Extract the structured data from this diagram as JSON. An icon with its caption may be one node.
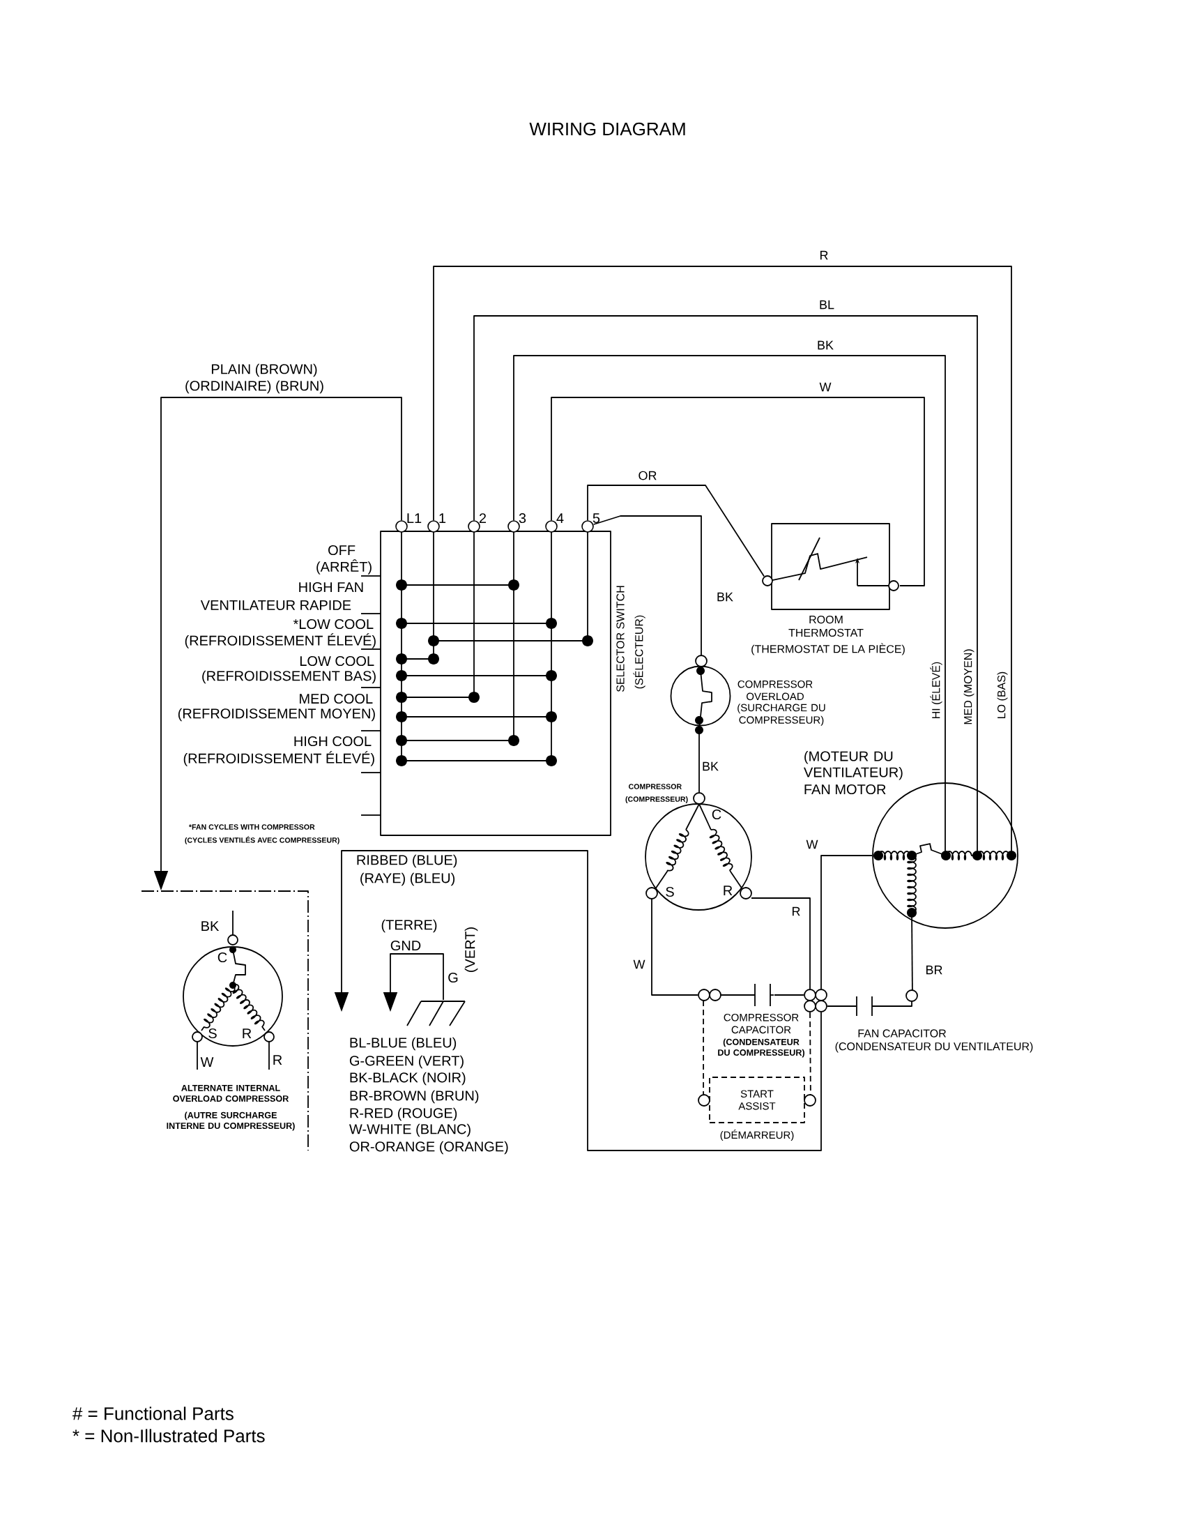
{
  "diagram": {
    "title": "WIRING DIAGRAM",
    "nodes": [
      {
        "text": [
          "SELECTOR SWITCH",
          "(SÉLECTEUR)"
        ],
        "beside": [
          "OFF",
          "(ARRÊT)",
          "HIGH FAN",
          "VENTILATEUR RAPIDE",
          "*LOW COOL",
          "(REFROIDISSEMENT ÉLEVÉ)",
          "LOW COOL",
          "(REFROIDISSEMENT BAS)",
          "MED COOL",
          "(REFROIDISSEMENT MOYEN)",
          "HIGH COOL",
          "(REFROIDISSEMENT ÉLEVÉ)"
        ]
      },
      {
        "text": [
          "L1"
        ]
      },
      {
        "text": [
          "1"
        ]
      },
      {
        "text": [
          "2"
        ]
      },
      {
        "text": [
          "3"
        ]
      },
      {
        "text": [
          "4"
        ]
      },
      {
        "text": [
          "5"
        ]
      },
      {
        "text": [
          "ROOM THERMOSTAT",
          "(THERMOSTAT DE LA PIÈCE)"
        ]
      },
      {
        "text": [
          "COMPRESSOR OVERLOAD",
          "(SURCHARGE DU COMPRESSEUR)"
        ]
      },
      {
        "text": [
          "COMPRESSOR",
          "(COMPRESSEUR)"
        ]
      },
      {
        "text": [
          "(MOTEUR DU VENTILATEUR)",
          "FAN MOTOR"
        ]
      },
      {
        "text": [
          "COMPRESSOR CAPACITOR",
          "(CONDENSATEUR DU COMPRESSEUR)"
        ]
      },
      {
        "text": [
          "FAN CAPACITOR",
          "(CONDENSATEUR DU VENTILATEUR)"
        ]
      },
      {
        "text": [
          "START ASSIST",
          "(DÉMARREUR)"
        ]
      },
      {
        "text": [],
        "shape": "circle"
      },
      {
        "text": [],
        "shape": "ground"
      },
      {
        "text": [
          "ALTERNATE INTERNAL OVERLOAD COMPRESSOR",
          "(AUTRE SURCHARGE INTERNE DU COMPRESSEUR)"
        ]
      }
    ],
    "edges": [
      {
        "from": 1,
        "to": null,
        "arrow": "to"
      },
      {
        "from": 2,
        "to": 10,
        "arrow": "none",
        "label": "R"
      },
      {
        "from": 3,
        "to": 10,
        "arrow": "none",
        "label": "BL"
      },
      {
        "from": 4,
        "to": 10,
        "arrow": "none",
        "label": "BK"
      },
      {
        "from": 5,
        "to": 7,
        "arrow": "none",
        "label": "W"
      },
      {
        "from": 6,
        "to": 7,
        "arrow": "none",
        "label": "OR"
      },
      {
        "from": 6,
        "to": 8,
        "arrow": "none",
        "label": "BK"
      },
      {
        "from": 8,
        "to": 9,
        "arrow": "none",
        "label": "BK"
      },
      {
        "from": 9,
        "to": 14,
        "arrow": "none",
        "label": "R"
      },
      {
        "from": 9,
        "to": 11,
        "arrow": "none",
        "label": "W"
      },
      {
        "from": 11,
        "to": 14,
        "arrow": "none"
      },
      {
        "from": 10,
        "to": 14,
        "arrow": "none",
        "label": "W"
      },
      {
        "from": 10,
        "to": 12,
        "arrow": "none",
        "label": "BR"
      },
      {
        "from": 12,
        "to": 14,
        "arrow": "none"
      },
      {
        "from": 14,
        "to": null,
        "arrow": "to"
      },
      {
        "from": 15,
        "to": null,
        "arrow": "to"
      },
      {
        "from": 11,
        "to": 13,
        "arrow": "none",
        "style": "dashed"
      },
      {
        "from": 14,
        "to": 13,
        "arrow": "none",
        "style": "dashed"
      }
    ],
    "labels": [
      "PLAIN (BROWN)",
      "(ORDINAIRE) (BRUN)",
      "HI (ÉLEVÉ)",
      "MED (MOYEN)",
      "LO (BAS)",
      "C",
      "S",
      "R",
      "*FAN CYCLES WITH COMPRESSOR",
      "(CYCLES VENTILÉS AVEC COMPRESSEUR)",
      "RIBBED (BLUE)",
      "(RAYE) (BLEU)",
      "(TERRE)",
      "GND",
      "G",
      "(VERT)",
      "BK",
      "C",
      "S",
      "R",
      "W",
      "R",
      "# = Functional Parts",
      "* = Non-Illustrated Parts"
    ],
    "legend": [
      {
        "text": "BL-BLUE (BLEU)"
      },
      {
        "text": "G-GREEN (VERT)"
      },
      {
        "text": "BK-BLACK (NOIR)"
      },
      {
        "text": "BR-BROWN (BRUN)"
      },
      {
        "text": "R-RED (ROUGE)"
      },
      {
        "text": "W-WHITE (BLANC)"
      },
      {
        "text": "OR-ORANGE (ORANGE)"
      }
    ]
  }
}
